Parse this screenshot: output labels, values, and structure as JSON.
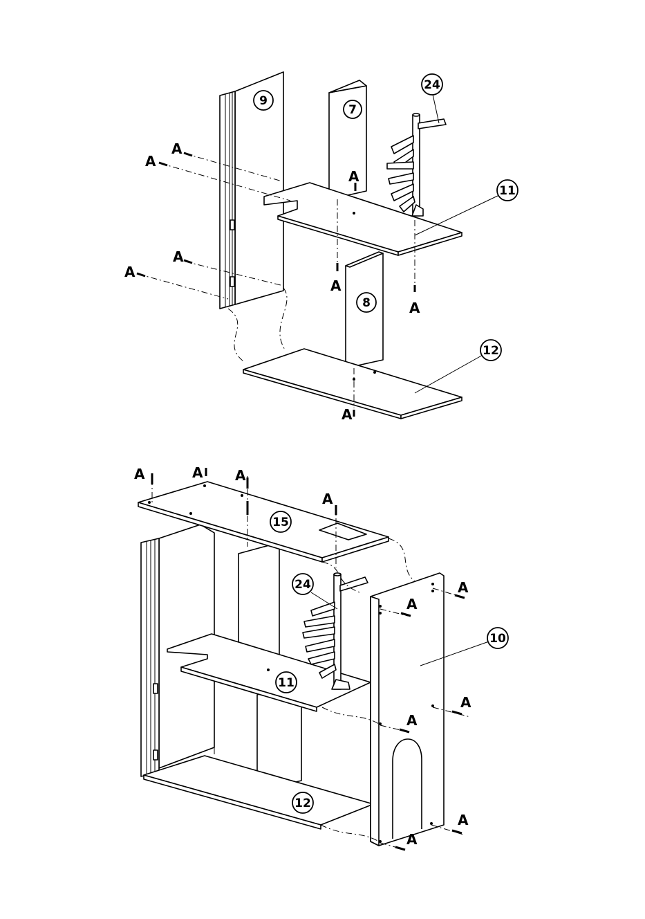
{
  "hardware_letter": "A",
  "parts": {
    "p7": "7",
    "p8": "8",
    "p9": "9",
    "p10": "10",
    "p11": "11",
    "p12": "12",
    "p15": "15",
    "p24": "24"
  }
}
